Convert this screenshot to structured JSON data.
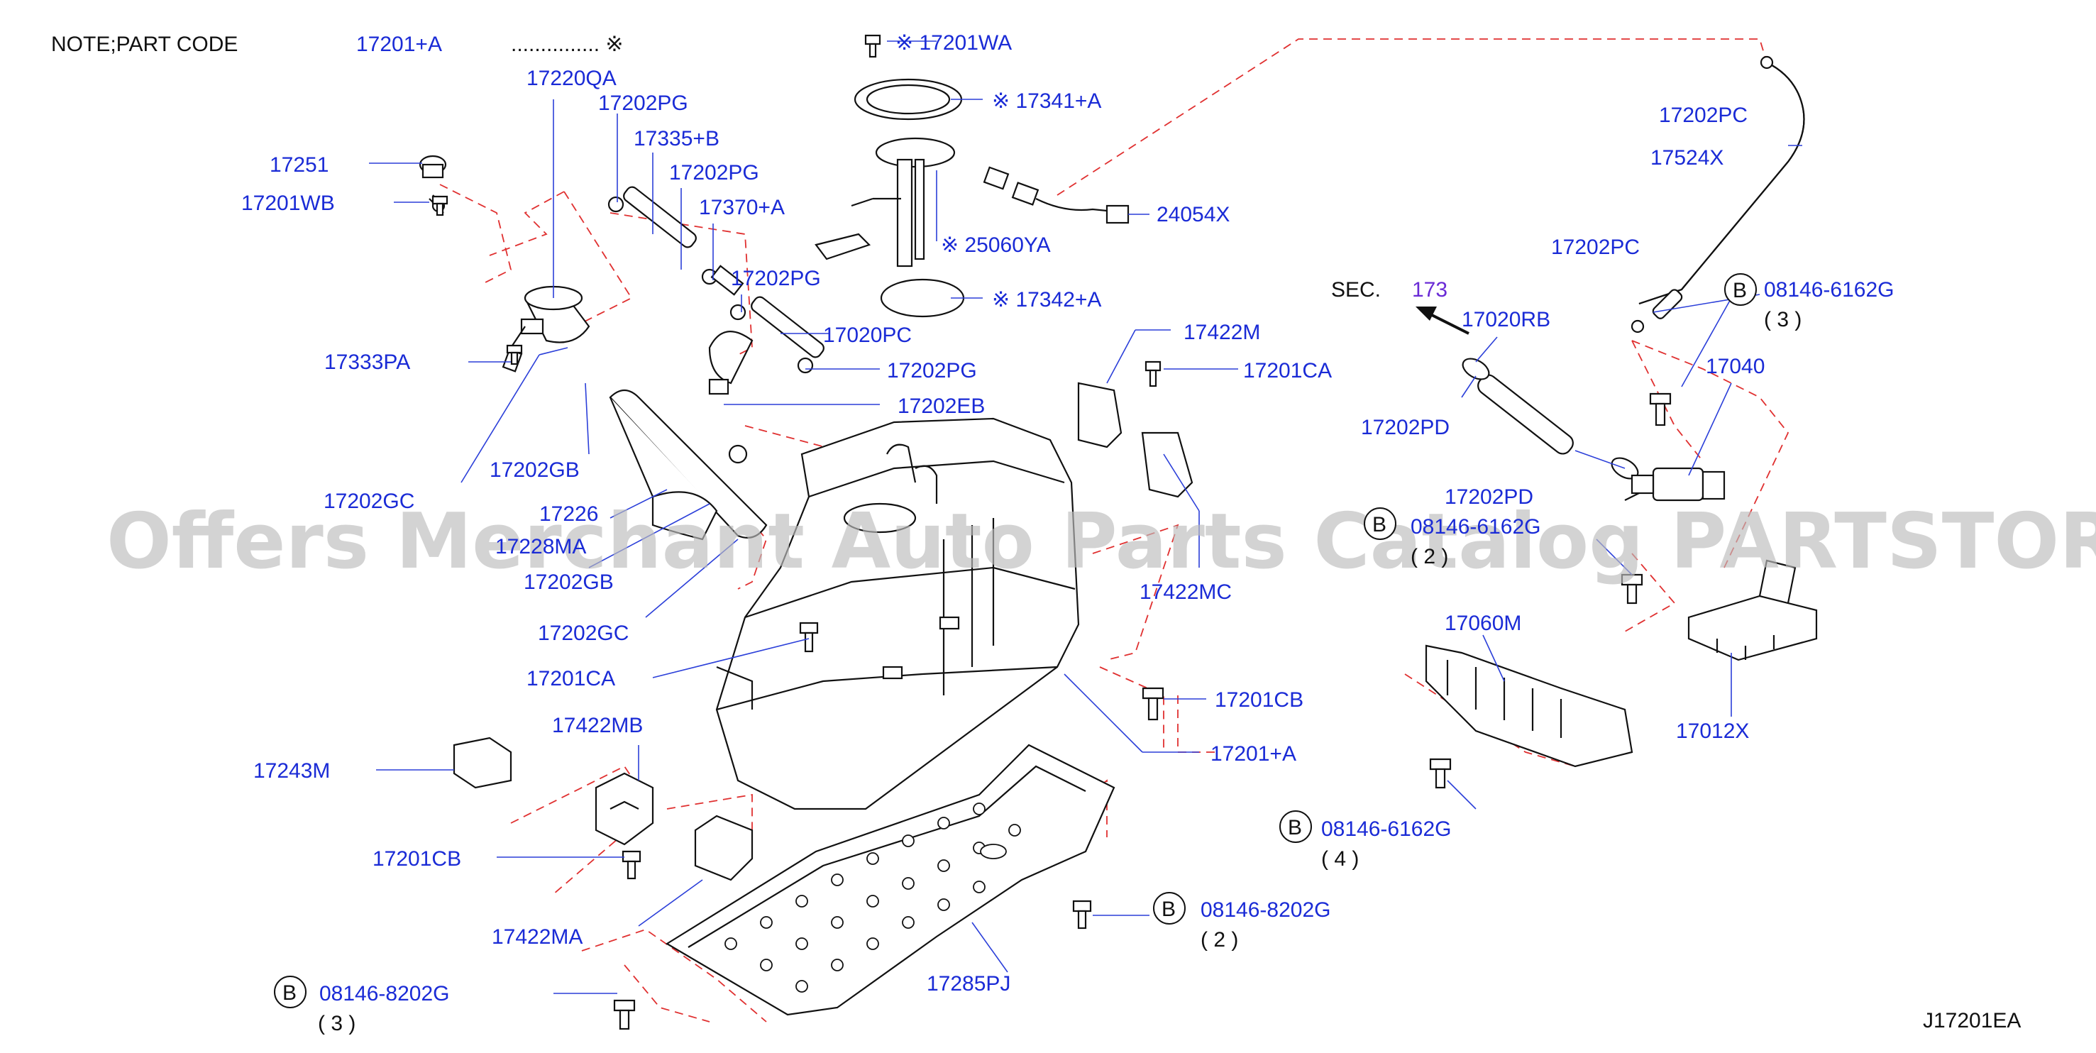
{
  "note": {
    "prefix": "NOTE;PART   CODE",
    "code": "17201+A",
    "dots": "............... ※"
  },
  "drawing_id": "J17201EA",
  "watermark": "Offers Merchant Auto Parts Catalog PARTSTORE.SA",
  "sec": {
    "prefix": "SEC.",
    "number": "173"
  },
  "labels": {
    "p17220QA": "17220QA",
    "p17202PG_a": "17202PG",
    "p17335B": "17335+B",
    "p17202PG_b": "17202PG",
    "p17370A": "17370+A",
    "p17202PG_c": "17202PG",
    "p17020PC": "17020PC",
    "p17202PG_d": "17202PG",
    "p17202EB": "17202EB",
    "p17251": "17251",
    "p17201WB": "17201WB",
    "p17333PA": "17333PA",
    "p17202GB_a": "17202GB",
    "p17202GC_a": "17202GC",
    "p17226": "17226",
    "p17228MA": "17228MA",
    "p17202GB_b": "17202GB",
    "p17202GC_b": "17202GC",
    "p17201CA_a": "17201CA",
    "p17422MB": "17422MB",
    "p17243M": "17243M",
    "p17201CB_a": "17201CB",
    "p17422MA": "17422MA",
    "p17201WA": "※ 17201WA",
    "p17341A": "※ 17341+A",
    "p25060YA": "※ 25060YA",
    "p17342A": "※ 17342+A",
    "p24054X": "24054X",
    "p17422M": "17422M",
    "p17201CA_b": "17201CA",
    "p17422MC": "17422MC",
    "p17201CB_b": "17201CB",
    "p17201A": "17201+A",
    "p17285PJ": "17285PJ",
    "p17202PC_a": "17202PC",
    "p17524X": "17524X",
    "p17202PC_b": "17202PC",
    "p17020RB": "17020RB",
    "p17202PD_a": "17202PD",
    "p17202PD_b": "17202PD",
    "p17040": "17040",
    "p17060M": "17060M",
    "p17012X": "17012X"
  },
  "bolts": [
    {
      "id": "b1",
      "letter": "B",
      "code": "08146-6162G",
      "qty": "( 3 )"
    },
    {
      "id": "b2",
      "letter": "B",
      "code": "08146-6162G",
      "qty": "( 2 )"
    },
    {
      "id": "b3",
      "letter": "B",
      "code": "08146-6162G",
      "qty": "( 4 )"
    },
    {
      "id": "b4",
      "letter": "B",
      "code": "08146-8202G",
      "qty": "( 2 )"
    },
    {
      "id": "b5",
      "letter": "B",
      "code": "08146-8202G",
      "qty": "( 3 )"
    }
  ],
  "colors": {
    "label_blue": "#1a2bd6",
    "leader_blue": "#2b3fd9",
    "dashed_red": "#e03030",
    "outline": "#111111",
    "watermark": "#bdbdbd"
  }
}
